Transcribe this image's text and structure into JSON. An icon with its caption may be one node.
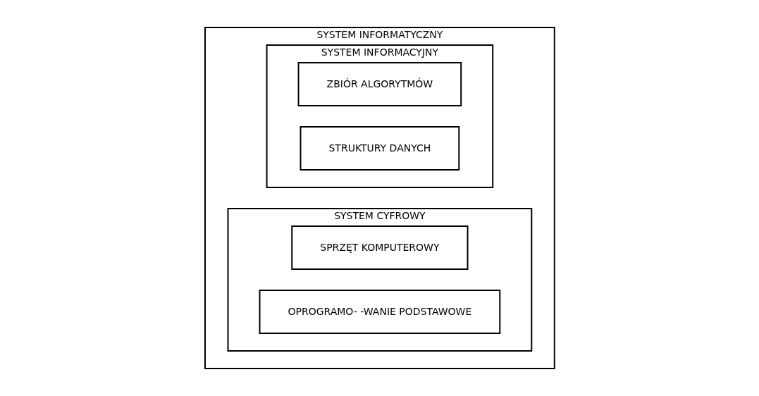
{
  "diagram": {
    "nodes": [
      {
        "text": [
          "SYSTEM INFORMATYCZNY"
        ]
      },
      {
        "text": [
          "SYSTEM CYFROWY"
        ],
        "in": 0
      },
      {
        "text": [
          "SPRZĘT KOMPUTEROWY"
        ],
        "in": 1
      },
      {
        "text": [
          "OPROGRAMO- -WANIE PODSTAWOWE"
        ],
        "in": 1
      },
      {
        "text": [
          "SYSTEM INFORMACYJNY"
        ],
        "in": 0
      },
      {
        "text": [
          "ZBIÓR ALGORYTMÓW"
        ],
        "in": 4
      },
      {
        "text": [
          "STRUKTURY DANYCH"
        ],
        "in": 4
      }
    ],
    "edges": []
  }
}
